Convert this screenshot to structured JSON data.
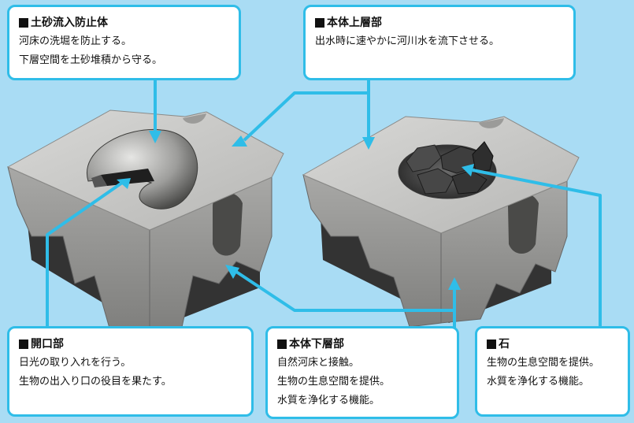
{
  "colors": {
    "background": "#a9dcf4",
    "accent": "#2fbde8",
    "block_top": "#c9c9c7",
    "block_side": "#9a9a98",
    "block_dark": "#3e3e3e",
    "stone": "#3a3a3a"
  },
  "callouts": {
    "soil_stop": {
      "title": "土砂流入防止体",
      "lines": [
        "河床の洗堀を防止する。",
        "下層空間を土砂堆積から守る。"
      ]
    },
    "upper": {
      "title": "本体上層部",
      "lines": [
        "出水時に速やかに河川水を流下させる。"
      ]
    },
    "opening": {
      "title": "開口部",
      "lines": [
        "日光の取り入れを行う。",
        "生物の出入り口の役目を果たす。"
      ]
    },
    "lower": {
      "title": "本体下層部",
      "lines": [
        "自然河床と接触。",
        "生物の生息空間を提供。",
        "水質を浄化する機能。"
      ]
    },
    "stone": {
      "title": "石",
      "lines": [
        "生物の生息空間を提供。",
        "水質を浄化する機能。"
      ]
    }
  },
  "icons": [
    "square-bullet-icon",
    "arrow-head-icon"
  ]
}
